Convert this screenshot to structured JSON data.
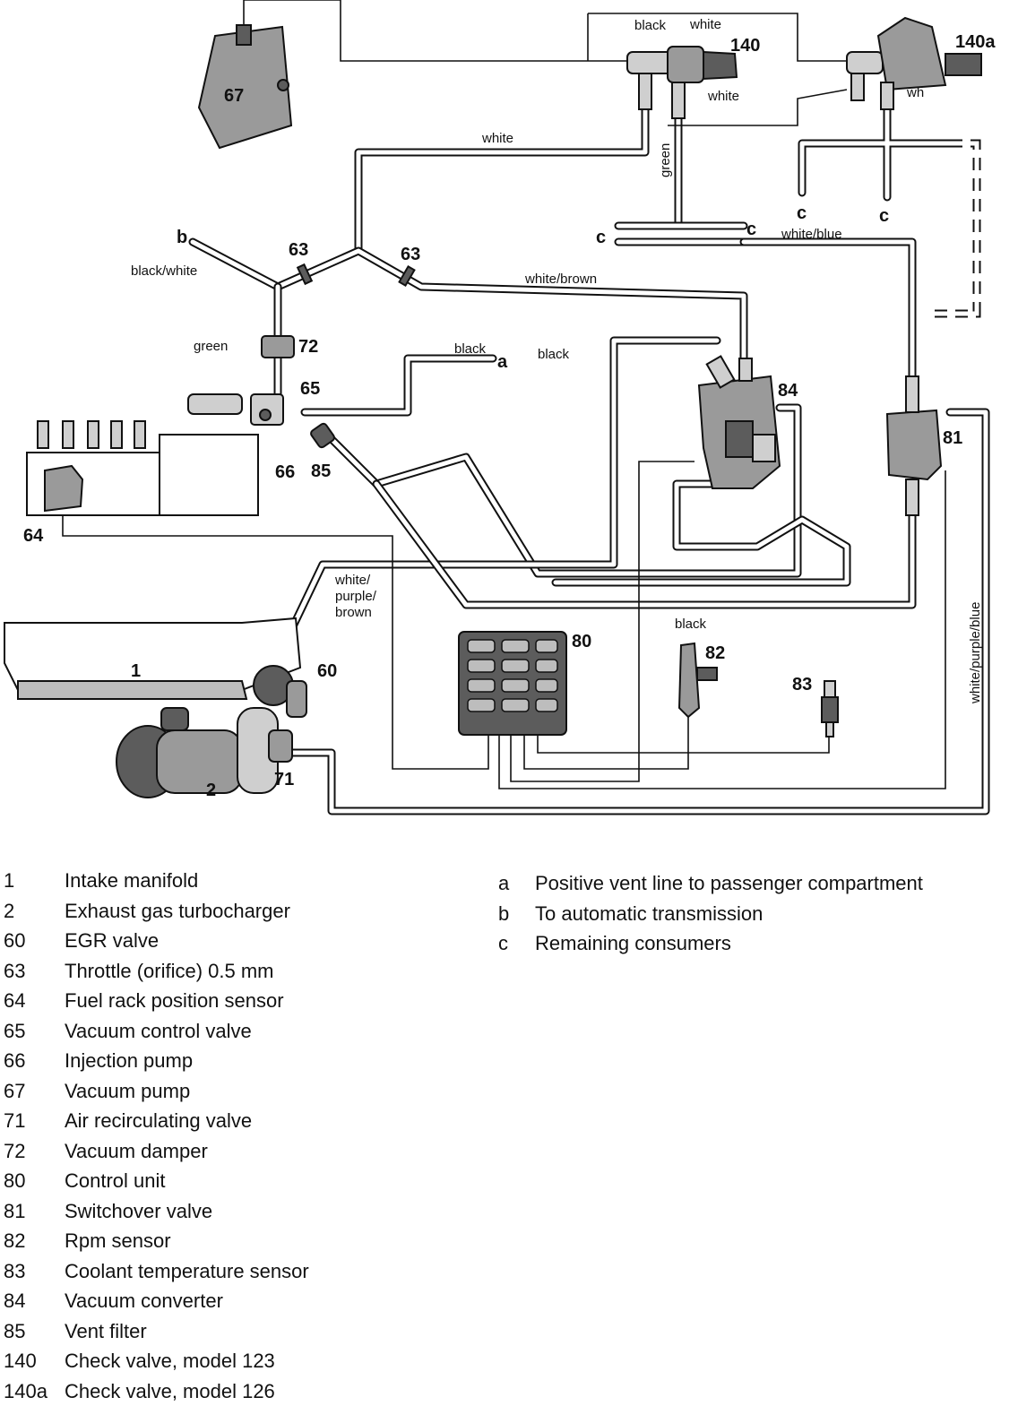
{
  "diagram": {
    "callouts": {
      "c1": "1",
      "c2": "2",
      "c60": "60",
      "c63a": "63",
      "c63b": "63",
      "c64": "64",
      "c65": "65",
      "c66": "66",
      "c67": "67",
      "c71": "71",
      "c72": "72",
      "c80": "80",
      "c81": "81",
      "c82": "82",
      "c83": "83",
      "c84": "84",
      "c85": "85",
      "c140": "140",
      "c140a": "140a",
      "ca": "a",
      "cb": "b",
      "cc1": "c",
      "cc2": "c",
      "cc3": "c",
      "cc4": "c"
    },
    "line_labels": {
      "black_140": "black",
      "white_140_top": "white",
      "white_140_side": "white",
      "wh_140a": "wh",
      "white_main": "white",
      "green_vertical": "green",
      "white_blue": "white/blue",
      "black_white": "black/white",
      "white_brown": "white/brown",
      "green_72": "green",
      "black_a": "black",
      "black_right": "black",
      "wpb_1": "white/",
      "wpb_2": "purple/",
      "wpb_3": "brown",
      "black_82": "black",
      "white_purple_blue": "white/purple/blue"
    }
  },
  "legend_left": [
    {
      "key": "1",
      "text": "Intake manifold"
    },
    {
      "key": "2",
      "text": "Exhaust gas turbocharger"
    },
    {
      "key": "60",
      "text": "EGR valve"
    },
    {
      "key": "63",
      "text": "Throttle (orifice) 0.5 mm"
    },
    {
      "key": "64",
      "text": "Fuel rack position sensor"
    },
    {
      "key": "65",
      "text": "Vacuum control valve"
    },
    {
      "key": "66",
      "text": "Injection pump"
    },
    {
      "key": "67",
      "text": "Vacuum pump"
    },
    {
      "key": "71",
      "text": "Air recirculating valve"
    },
    {
      "key": "72",
      "text": "Vacuum damper"
    },
    {
      "key": "80",
      "text": "Control unit"
    },
    {
      "key": "81",
      "text": "Switchover valve"
    },
    {
      "key": "82",
      "text": "Rpm sensor"
    },
    {
      "key": "83",
      "text": "Coolant temperature sensor"
    },
    {
      "key": "84",
      "text": "Vacuum converter"
    },
    {
      "key": "85",
      "text": "Vent filter"
    },
    {
      "key": "140",
      "text": "Check valve, model 123"
    },
    {
      "key": "140a",
      "text": "Check valve, model 126"
    }
  ],
  "legend_right": [
    {
      "key": "a",
      "text": "Positive vent line to passenger compartment"
    },
    {
      "key": "b",
      "text": "To automatic transmission"
    },
    {
      "key": "c",
      "text": "Remaining consumers"
    }
  ]
}
